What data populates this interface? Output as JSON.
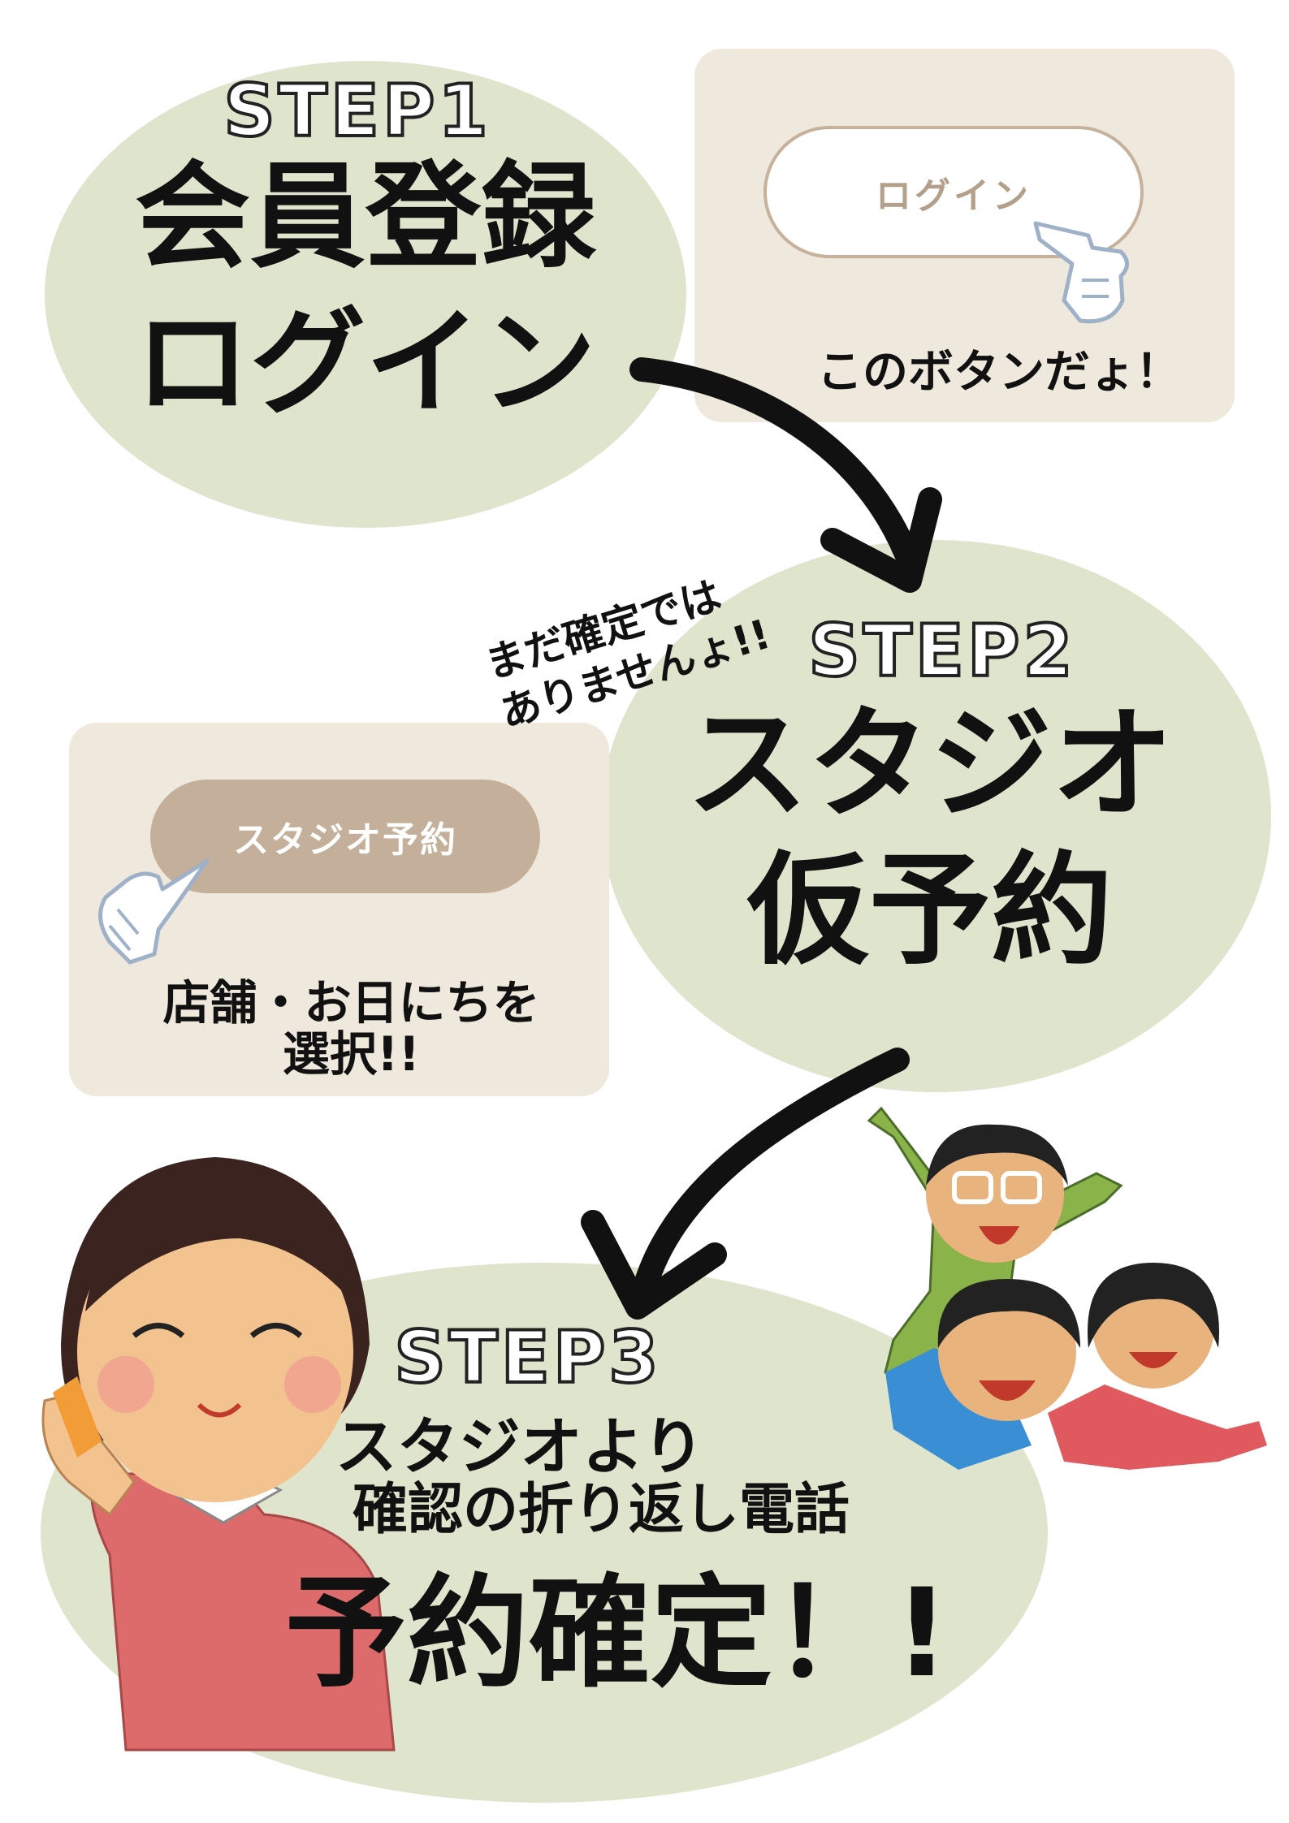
{
  "step1": {
    "label": "STEP1",
    "title_line1": "会員登録",
    "title_line2": "ログイン"
  },
  "login_panel": {
    "button_label": "ログイン",
    "caption": "このボタンだょ！"
  },
  "note": {
    "line1": "まだ確定では",
    "line2": "ありませんょ!!"
  },
  "step2": {
    "label": "STEP2",
    "title_line1": "スタジオ",
    "title_line2": "仮予約"
  },
  "reserve_panel": {
    "button_label": "スタジオ予約",
    "caption_line1": "店舗・お日にちを",
    "caption_line2": "選択!!"
  },
  "step3": {
    "label": "STEP3",
    "line1": "スタジオより",
    "line2": "確認の折り返し電話",
    "headline": "予約確定！!"
  },
  "colors": {
    "ellipse_green": "#dfe4cd",
    "panel_beige": "#efe8dd",
    "button_brown": "#c4b09a",
    "text": "#111111"
  },
  "icons": {
    "pointing_hand": "pointing-hand-icon",
    "arrow": "curved-arrow-icon"
  }
}
